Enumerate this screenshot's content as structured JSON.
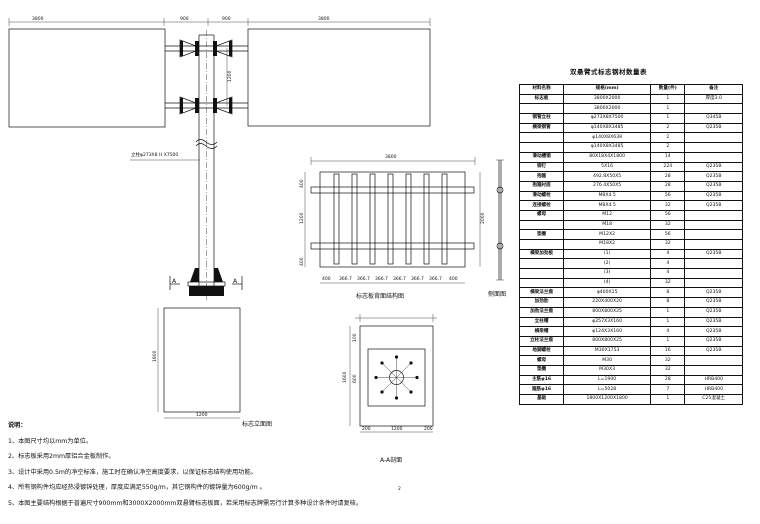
{
  "top_dims": [
    "3800",
    "900",
    "900",
    "3800"
  ],
  "pole_label": "立柱φ273X8 H X7500",
  "sign_height_dim": "1200",
  "foundation_height_dim": "1800",
  "foundation_width_dim": "1200",
  "section_mark": "A",
  "front_view_title": "标志立面图",
  "panel_detail": {
    "width_dim": "3800",
    "col_dims": [
      "400",
      "366.7",
      "366.7",
      "366.7",
      "366.7",
      "366.7",
      "366.7",
      "400"
    ],
    "row_dims": [
      "400",
      "1200",
      "400"
    ],
    "height_dim": "2000",
    "title": "标志板背面结构图"
  },
  "side_view_title": "侧面图",
  "base_plate": {
    "dims_h": [
      "200",
      "1200",
      "200"
    ],
    "dims_v": [
      "100",
      "600",
      "1600"
    ],
    "title": "A-A剖面"
  },
  "quantity_table": {
    "title": "双悬臂式标志钢材数量表",
    "headers": [
      "材料名称",
      "规格(mm)",
      "数量(件)",
      "备注"
    ],
    "rows": [
      [
        "标志板",
        "3800X2000",
        "1",
        "厚度3.0"
      ],
      [
        "",
        "3800X2000",
        "1",
        ""
      ],
      [
        "钢管立柱",
        "φ273X8X7500",
        "1",
        "Q345B"
      ],
      [
        "横梁钢管",
        "φ140X8X3485",
        "2",
        "Q235B"
      ],
      [
        "",
        "φ140X8X638",
        "2",
        ""
      ],
      [
        "",
        "φ140X8X3485",
        "2",
        ""
      ],
      [
        "滑动槽钢",
        "80X18X4X1800",
        "14",
        ""
      ],
      [
        "铆钉",
        "5X16",
        "224",
        "Q235B"
      ],
      [
        "抱箍",
        "492.8X50X5",
        "28",
        "Q235B"
      ],
      [
        "抱箍衬底",
        "276.4X50X5",
        "28",
        "Q235B"
      ],
      [
        "滑动螺栓",
        "M8X4.5",
        "56",
        "Q235B"
      ],
      [
        "连接螺栓",
        "M8X4.5",
        "32",
        "Q235B"
      ],
      [
        "螺母",
        "M12",
        "56",
        ""
      ],
      [
        "",
        "M18",
        "32",
        ""
      ],
      [
        "垫圈",
        "M12X2",
        "56",
        ""
      ],
      [
        "",
        "M18X2",
        "32",
        ""
      ],
      [
        "横梁加劲板",
        "(1)",
        "4",
        "Q235B"
      ],
      [
        "",
        "(2)",
        "4",
        ""
      ],
      [
        "",
        "(3)",
        "4",
        ""
      ],
      [
        "",
        "(4)",
        "32",
        ""
      ],
      [
        "横梁法兰盘",
        "φ400X15",
        "8",
        "Q235B"
      ],
      [
        "加劲肋",
        "220X400X20",
        "8",
        "Q235B"
      ],
      [
        "加劲法兰盘",
        "800X800X25",
        "1",
        "Q235B"
      ],
      [
        "立柱帽",
        "φ257X3X160",
        "1",
        "Q235B"
      ],
      [
        "横梁帽",
        "φ124X3X160",
        "4",
        "Q235B"
      ],
      [
        "立柱法兰盘",
        "800X800X25",
        "1",
        "Q235B"
      ],
      [
        "地脚螺栓",
        "M30X1753",
        "16",
        "Q235B"
      ],
      [
        "螺母",
        "M30",
        "32",
        ""
      ],
      [
        "垫圈",
        "M30X3",
        "32",
        ""
      ],
      [
        "主筋φ16",
        "L=1900",
        "28",
        "HRB400"
      ],
      [
        "箍筋φ16",
        "L=5028",
        "7",
        "HRB400"
      ],
      [
        "基础",
        "1800X1200X1800",
        "1",
        "C25混凝土"
      ]
    ]
  },
  "notes": {
    "heading": "说明：",
    "items": [
      "1、本图尺寸均以mm为单位。",
      "2、标志板采用2mm厚铝合金板制作。",
      "3、设计中采用0.5m的净空标准，施工时在确认净空高度要求，以保证标志结构使用功能。",
      "4、所有钢构件均应经热浸镀锌处理，厚度应满足550g/m，其它钢构件的镀锌量为600g/m 。",
      "5、本图主要结构根据于普遍尺寸900mm和3000X2000mm双悬臂标志板面，若采用标志牌需另行计算多种设计条件时请复核。"
    ]
  },
  "page_mark": "2"
}
